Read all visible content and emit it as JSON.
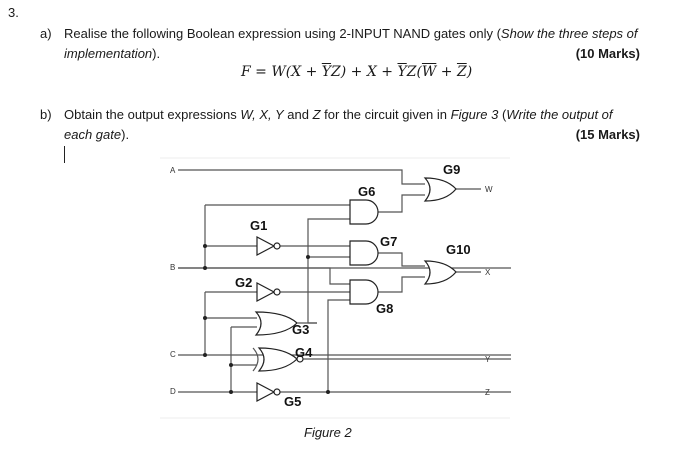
{
  "question": {
    "number": "3.",
    "part_a": {
      "label": "a)",
      "text_main": "Realise the following Boolean expression using 2-INPUT NAND gates only (",
      "text_italic": "Show the three steps of",
      "text_line2_italic": "implementation",
      "text_line2_end": ").",
      "marks": "(10 Marks)",
      "formula": {
        "p1": "F = W(X + ",
        "ybar1": "Y",
        "p2": "Z) + X + ",
        "ybar2": "Y",
        "p3": "Z(",
        "wbar": "W",
        "p4": " + ",
        "zbar": "Z",
        "p5": ")"
      }
    },
    "part_b": {
      "label": "b)",
      "text_1": "Obtain the output expressions ",
      "text_vars": "W, X, Y",
      "text_2": " and ",
      "text_z": "Z",
      "text_3": " for the circuit given in ",
      "text_fig": "Figure 3",
      "text_4": " (",
      "text_italic": "Write the output of",
      "text_line2_italic": "each gate",
      "text_line2_end": ").",
      "marks": "(15 Marks)"
    }
  },
  "figure": {
    "caption": "Figure 2",
    "inputs": [
      "A",
      "B",
      "C",
      "D"
    ],
    "outputs": [
      "W",
      "X",
      "Y",
      "Z"
    ],
    "gates": [
      {
        "id": "G1",
        "type": "NOT"
      },
      {
        "id": "G2",
        "type": "NOT"
      },
      {
        "id": "G3",
        "type": "OR"
      },
      {
        "id": "G4",
        "type": "XNOR"
      },
      {
        "id": "G5",
        "type": "NOT"
      },
      {
        "id": "G6",
        "type": "AND"
      },
      {
        "id": "G7",
        "type": "AND"
      },
      {
        "id": "G8",
        "type": "AND"
      },
      {
        "id": "G9",
        "type": "OR"
      },
      {
        "id": "G10",
        "type": "OR"
      }
    ]
  }
}
